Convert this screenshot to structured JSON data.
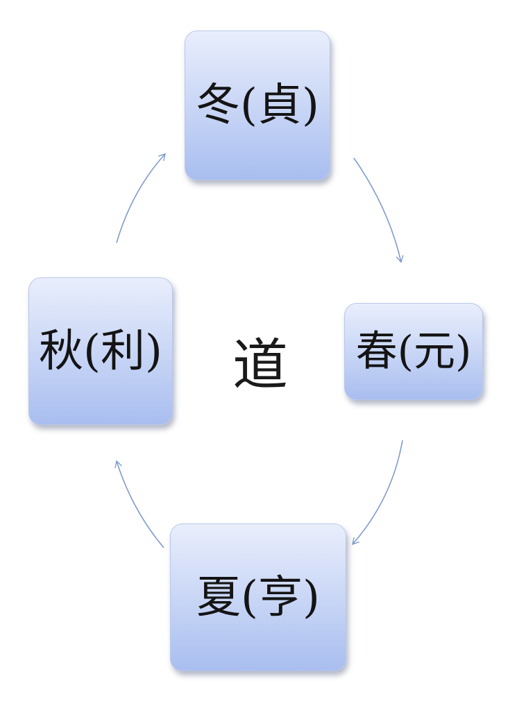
{
  "center": {
    "label": "道"
  },
  "nodes": {
    "winter": {
      "label": "冬(貞)"
    },
    "spring": {
      "label": "春(元)"
    },
    "summer": {
      "label": "夏(亨)"
    },
    "autumn": {
      "label": "秋(利)"
    }
  },
  "colors": {
    "node_fill_top": "#e9eefc",
    "node_fill_bottom": "#a9bef0",
    "arrow": "#7f9ccc",
    "text": "#141414"
  }
}
